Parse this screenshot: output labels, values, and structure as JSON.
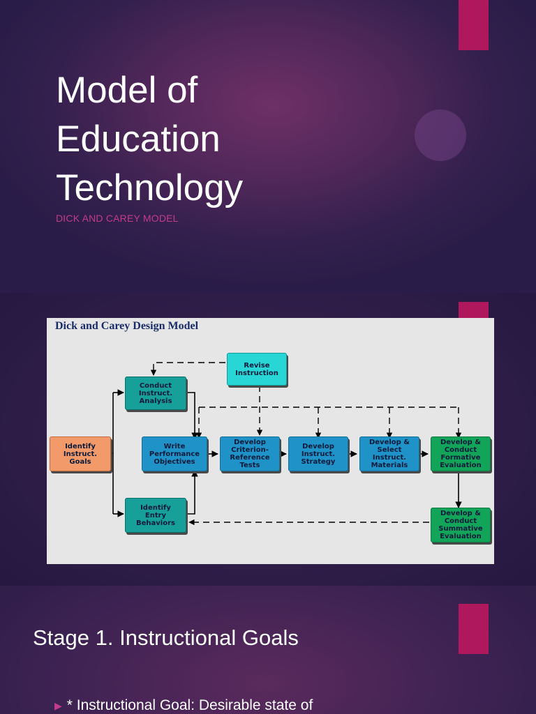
{
  "slide1": {
    "title": "Model of\nEducation\nTechnology",
    "subtitle": "DICK AND CAREY MODEL"
  },
  "slide2": {
    "diagram_title": "Dick and Carey Design Model",
    "boxes": {
      "identify_goals": "Identify\nInstruct.\nGoals",
      "conduct_analysis": "Conduct\nInstruct.\nAnalysis",
      "identify_entry": "Identify\nEntry\nBehaviors",
      "write_objectives": "Write\nPerformance\nObjectives",
      "develop_tests": "Develop\nCriterion-\nReference\nTests",
      "develop_strategy": "Develop\nInstruct.\nStrategy",
      "develop_materials": "Develop &\nSelect\nInstruct.\nMaterials",
      "formative_eval": "Develop &\nConduct\nFormative\nEvaluation",
      "summative_eval": "Develop &\nConduct\nSummative\nEvaluation",
      "revise_instruction": "Revise\nInstruction"
    }
  },
  "slide3": {
    "stage_title": "Stage 1. Instructional Goals",
    "bullet_text": "* Instructional Goal: Desirable state of"
  },
  "colors": {
    "accent": "#b0185e",
    "subtitle": "#c23c8a",
    "box_teal": "#17a09a",
    "box_blue": "#1f93c8",
    "box_orange": "#f39a6a",
    "box_green": "#12a55a",
    "box_cyan": "#28d6d6"
  },
  "icons": {
    "bullet": "triangle-right-icon"
  }
}
